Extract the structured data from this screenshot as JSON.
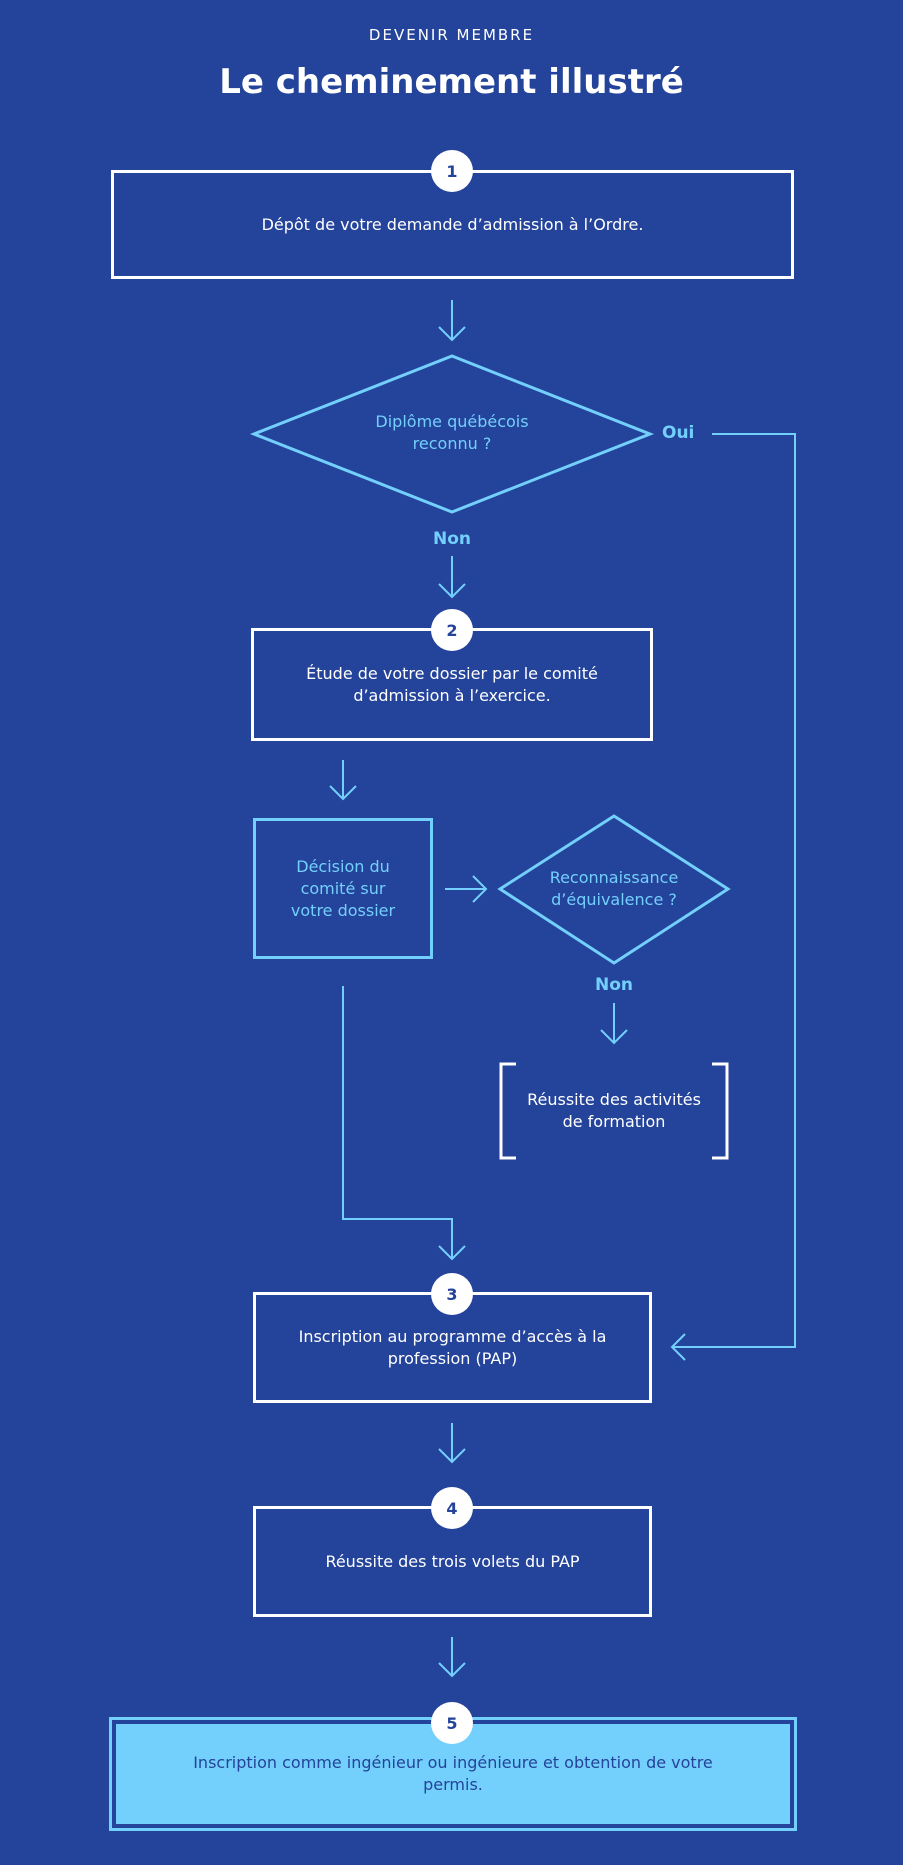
{
  "header": {
    "eyebrow": "DEVENIR MEMBRE",
    "title": "Le cheminement illustré"
  },
  "steps": [
    {
      "number": "1",
      "text": "Dépôt de votre demande d’admission à l’Ordre."
    },
    {
      "number": "2",
      "text": "Étude de votre dossier par le comité d’admission à l’exercice."
    },
    {
      "number": "3",
      "text": "Inscription au programme d’accès à la profession (PAP)"
    },
    {
      "number": "4",
      "text": "Réussite des trois volets du PAP"
    },
    {
      "number": "5",
      "text": "Inscription comme ingénieur ou ingénieure et obtention de votre permis."
    }
  ],
  "decisions": {
    "diploma": {
      "text": "Diplôme québécois reconnu ?",
      "yes_label": "Oui",
      "no_label": "Non"
    },
    "committee": {
      "text": "Décision du comité sur votre dossier"
    },
    "equivalence": {
      "text": "Reconnaissance d’équivalence ?",
      "no_label": "Non"
    }
  },
  "training": {
    "text": "Réussite des activités de formation"
  },
  "colors": {
    "background": "#24439a",
    "white": "#ffffff",
    "light_blue": "#73d0fc"
  }
}
